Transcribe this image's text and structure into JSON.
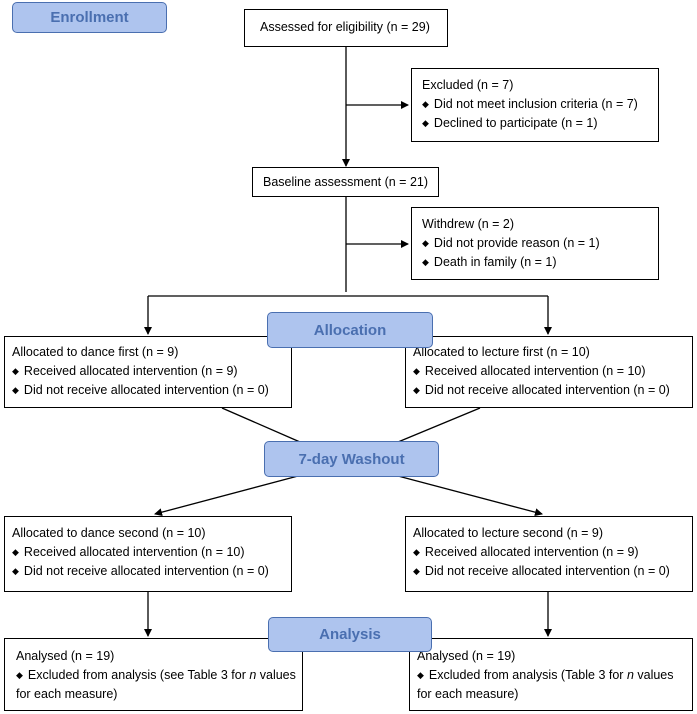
{
  "stages": {
    "enrollment": "Enrollment",
    "allocation": "Allocation",
    "washout": "7-day Washout",
    "analysis": "Analysis"
  },
  "assessed": "Assessed for eligibility (n = 29)",
  "excluded": {
    "title": "Excluded  (n = 7)",
    "items": [
      "Did not meet inclusion criteria (n = 7)",
      "Declined to participate (n = 1)"
    ]
  },
  "baseline": "Baseline assessment (n = 21)",
  "withdrew": {
    "title": "Withdrew  (n = 2)",
    "items": [
      "Did not provide reason (n = 1)",
      "Death in family (n = 1)"
    ]
  },
  "dance_first": {
    "title": "Allocated to dance first (n = 9)",
    "items": [
      "Received allocated intervention (n = 9)",
      "Did not receive allocated intervention (n = 0)"
    ]
  },
  "lecture_first": {
    "title": "Allocated to lecture first (n = 10)",
    "items": [
      "Received allocated intervention (n = 10)",
      "Did not receive allocated intervention (n = 0)"
    ]
  },
  "dance_second": {
    "title": "Allocated to dance second (n = 10)",
    "items": [
      "Received allocated intervention (n = 10)",
      "Did not receive allocated intervention (n = 0)"
    ]
  },
  "lecture_second": {
    "title": "Allocated to lecture second (n = 9)",
    "items": [
      "Received allocated intervention (n = 9)",
      "Did not receive allocated intervention (n = 0)"
    ]
  },
  "analysed_left": {
    "title": "Analysed  (n = 19)",
    "item_pre": "Excluded from analysis (see Table 3 for ",
    "item_italic": "n",
    "item_post": " values for each measure)"
  },
  "analysed_right": {
    "title": "Analysed  (n = 19)",
    "item_pre": "Excluded from analysis (Table 3 for ",
    "item_italic": "n",
    "item_post": " values for each measure)"
  },
  "colors": {
    "pill_fill": "#aec4ee",
    "pill_border": "#4a6fb0",
    "pill_text": "#4a6fb0"
  }
}
